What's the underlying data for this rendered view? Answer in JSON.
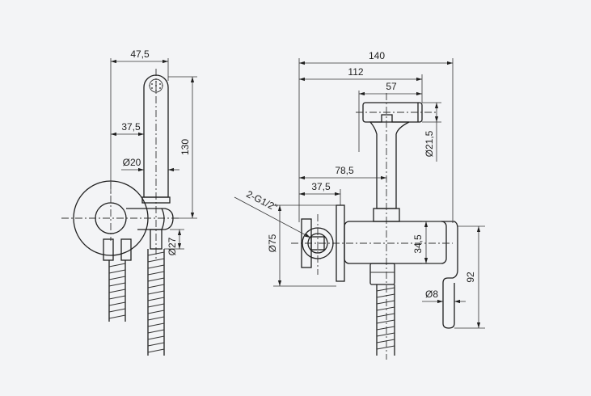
{
  "drawing": {
    "side_view": {
      "dims": {
        "width_top": "47,5",
        "offset": "37,5",
        "handle_dia": "Ø20",
        "height": "130",
        "hose_dia": "Ø27"
      }
    },
    "front_view": {
      "dims": {
        "total_width": "140",
        "width_112": "112",
        "holder_width": "57",
        "holder_dia": "Ø21,5",
        "offset_78": "78,5",
        "offset_37": "37,5",
        "thread": "2-G1/2\"",
        "flange_dia": "Ø75",
        "body_height": "34,5",
        "lever_dia": "Ø8",
        "total_height": "92"
      }
    },
    "colors": {
      "background": "#f3f4f6",
      "line": "#1f1f1f"
    }
  }
}
